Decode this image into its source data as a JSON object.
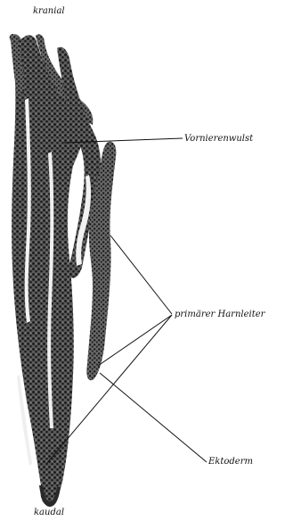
{
  "labels": {
    "kranial": "kranial",
    "vornierenwulst": "Vornierenwulst",
    "harnleiter": "primärer Harnleiter",
    "ektoderm": "Ektoderm",
    "kaudal": "kaudal"
  },
  "colors": {
    "tissue_dark": "#1c1c1c",
    "tissue_mid": "#555555",
    "background": "#ffffff",
    "leader_line": "#111111"
  }
}
